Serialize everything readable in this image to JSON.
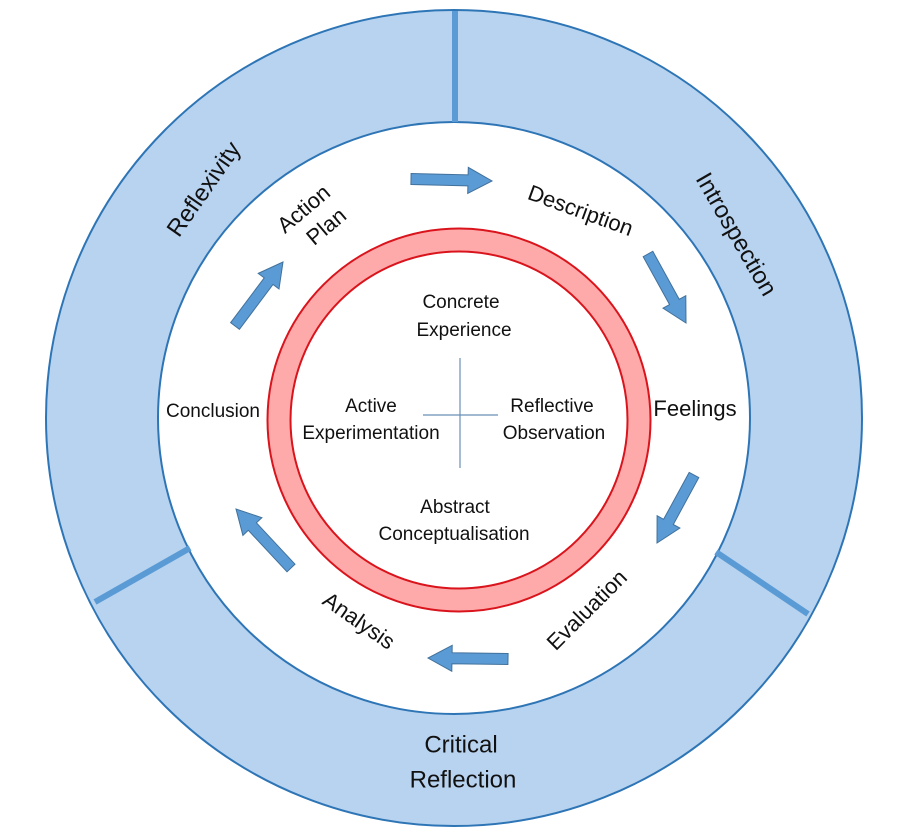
{
  "diagram": {
    "title": "Reflective practice cycle diagram",
    "colors": {
      "outer_band_fill": "#b8d3ef",
      "outer_band_stroke": "#2e75b6",
      "divider": "#5b9bd5",
      "arrow_fill": "#5b9bd5",
      "arrow_stroke": "#41719c",
      "red_ring_fill": "#ffaaaa",
      "red_ring_stroke": "#d9141c",
      "cross_lines": "#6b8fb6",
      "background": "#ffffff"
    },
    "outer_band": {
      "segments": [
        {
          "id": "reflexivity",
          "label": "Reflexivity"
        },
        {
          "id": "introspection",
          "label": "Introspection"
        },
        {
          "id": "critical-reflection",
          "label_line1": "Critical",
          "label_line2": "Reflection"
        }
      ]
    },
    "cycle": {
      "stages": [
        {
          "id": "description",
          "label": "Description"
        },
        {
          "id": "feelings",
          "label": "Feelings"
        },
        {
          "id": "evaluation",
          "label": "Evaluation"
        },
        {
          "id": "analysis",
          "label": "Analysis"
        },
        {
          "id": "conclusion",
          "label": "Conclusion"
        },
        {
          "id": "action-plan",
          "label_line1": "Action",
          "label_line2": "Plan"
        }
      ],
      "arrow_direction": "clockwise"
    },
    "inner_circle": {
      "quadrants": [
        {
          "id": "concrete-experience",
          "line1": "Concrete",
          "line2": "Experience"
        },
        {
          "id": "reflective-observation",
          "line1": "Reflective",
          "line2": "Observation"
        },
        {
          "id": "abstract-conceptualisation",
          "line1": "Abstract",
          "line2": "Conceptualisation"
        },
        {
          "id": "active-experimentation",
          "line1": "Active",
          "line2": "Experimentation"
        }
      ]
    }
  }
}
